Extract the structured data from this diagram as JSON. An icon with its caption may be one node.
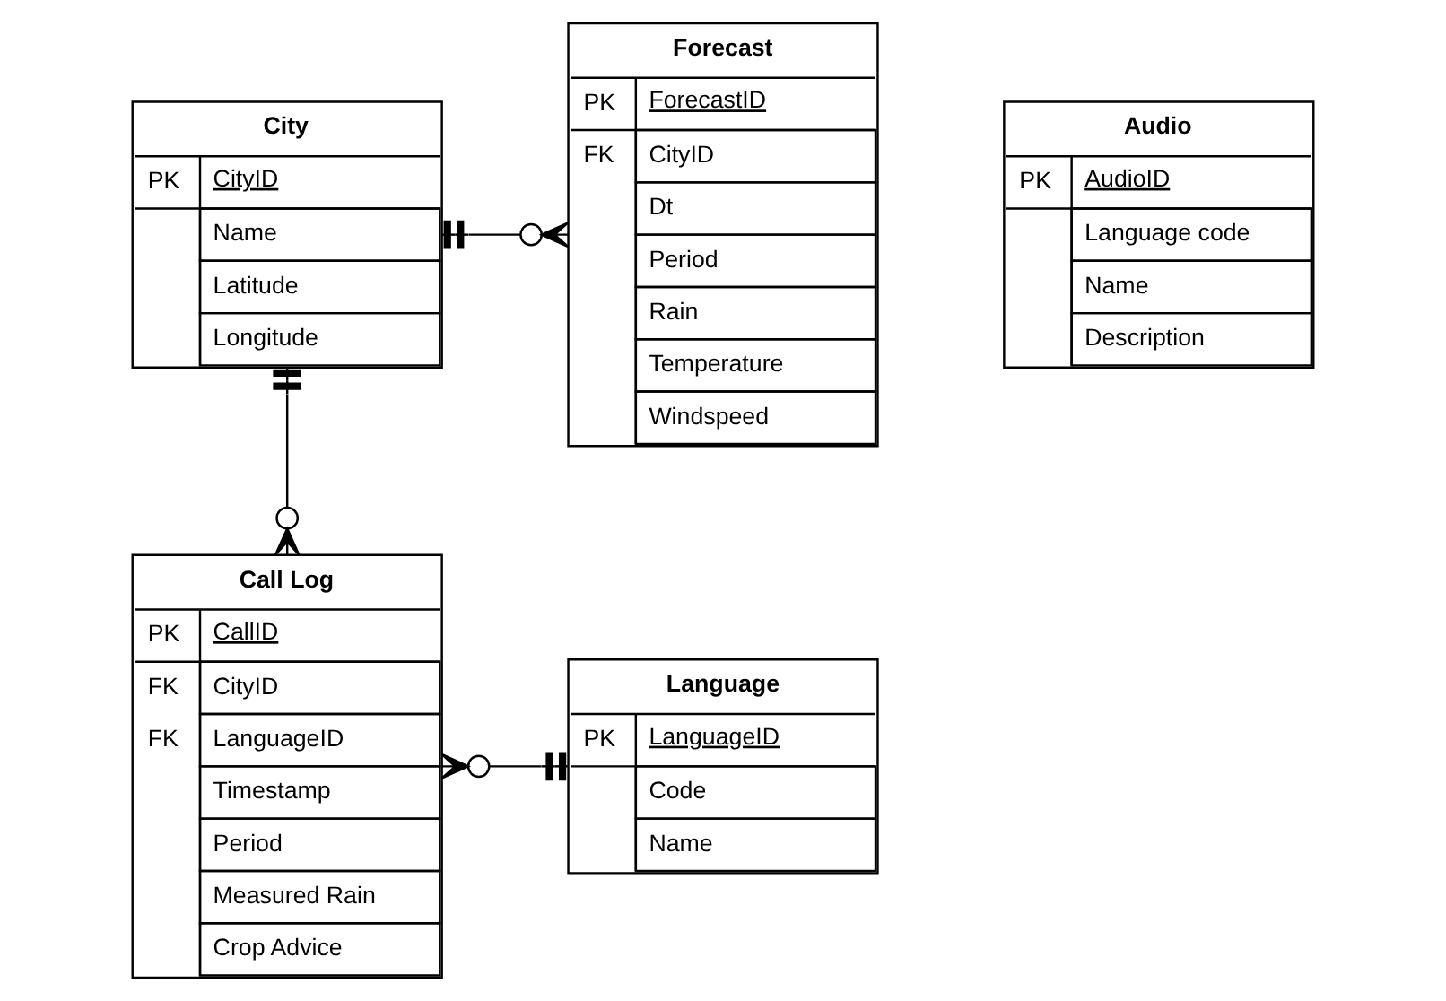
{
  "diagram": {
    "nodes": [
      {
        "text": [
          "City",
          "PK",
          "CityID",
          "Name",
          "Latitude",
          "Longitude"
        ]
      },
      {
        "text": [
          "Forecast",
          "PK",
          "ForecastID",
          "FK",
          "CityID",
          "Dt",
          "Period",
          "Rain",
          "Temperature",
          "Windspeed"
        ]
      },
      {
        "text": [
          "Call Log",
          "PK",
          "CallID",
          "FK",
          "CityID",
          "FK",
          "LanguageID",
          "Timestamp",
          "Period",
          "Measured Rain",
          "Crop Advice"
        ]
      },
      {
        "text": [
          "Language",
          "PK",
          "LanguageID",
          "Code",
          "Name"
        ]
      },
      {
        "text": [
          "Audio",
          "PK",
          "AudioID",
          "Language code",
          "Name",
          "Description"
        ]
      }
    ],
    "edges": [
      {
        "from": 0,
        "to": 1,
        "arrow": "other"
      },
      {
        "from": 0,
        "to": 2,
        "arrow": "other"
      },
      {
        "from": 2,
        "to": 3,
        "arrow": "other"
      }
    ]
  }
}
